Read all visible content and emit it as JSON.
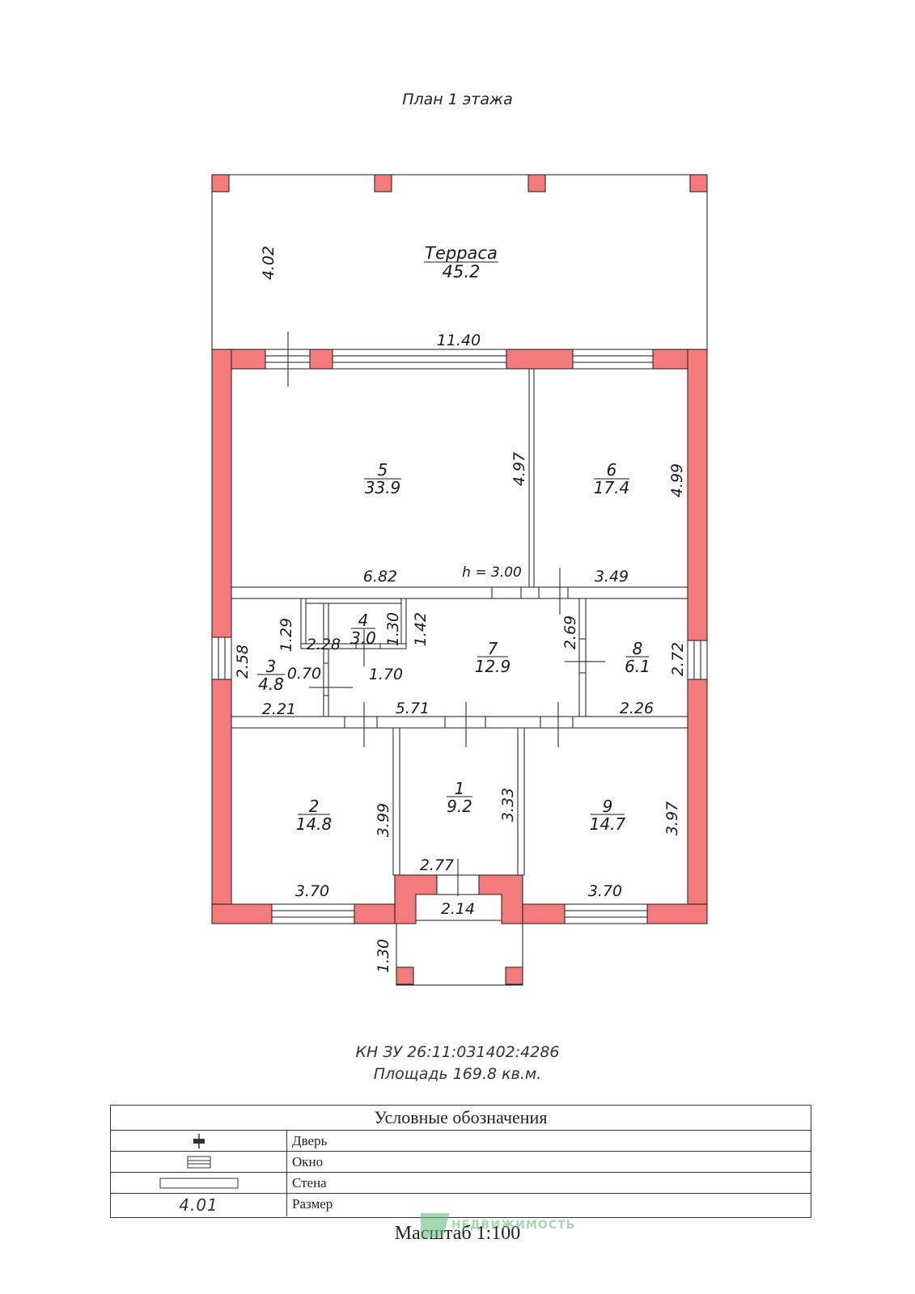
{
  "page_title": "План 1 этажа",
  "terrace": {
    "name": "Терраса",
    "area": "45.2",
    "depth": "4.02",
    "width": "11.40"
  },
  "rooms": [
    {
      "num": "1",
      "area": "9.2"
    },
    {
      "num": "2",
      "area": "14.8"
    },
    {
      "num": "3",
      "area": "4.8"
    },
    {
      "num": "4",
      "area": "3.0"
    },
    {
      "num": "5",
      "area": "33.9"
    },
    {
      "num": "6",
      "area": "17.4"
    },
    {
      "num": "7",
      "area": "12.9"
    },
    {
      "num": "8",
      "area": "6.1"
    },
    {
      "num": "9",
      "area": "14.7"
    }
  ],
  "dimensions": {
    "r5_width": "6.82",
    "r5_depth": "4.97",
    "ceiling_height": "h = 3.00",
    "r6_width": "3.49",
    "r6_depth": "4.99",
    "r3_a": "1.29",
    "r3_b": "2.58",
    "r3_c": "0.70",
    "r3_width": "2.21",
    "r4_width": "2.28",
    "r4_depth": "1.30",
    "r4_c": "1.42",
    "r4_b": "1.70",
    "r7_width": "5.71",
    "r7_depth": "2.69",
    "r8_depth": "2.72",
    "r8_width": "2.26",
    "r2_depth": "3.99",
    "r2_width": "3.70",
    "r1_depth": "3.33",
    "r1_width": "2.77",
    "r9_depth": "3.97",
    "r9_width": "3.70",
    "porch_width": "2.14",
    "porch_depth": "1.30"
  },
  "plan_info": {
    "cadastral": "КН ЗУ 26:11:031402:4286",
    "area": "Площадь 169.8 кв.м."
  },
  "legend": {
    "title": "Условные обозначения",
    "items": [
      {
        "symbol": "door-symbol",
        "label": "Дверь"
      },
      {
        "symbol": "window-symbol",
        "label": "Окно"
      },
      {
        "symbol": "wall-symbol",
        "label": "Стена"
      },
      {
        "symbol": "dimension-symbol",
        "label": "Размер",
        "sample": "4.01"
      }
    ]
  },
  "scale": "Масштаб 1:100",
  "watermark": "НЕДВИЖИМОСТЬ",
  "colors": {
    "wall": "#f47b7b",
    "line": "#1a1a1a",
    "watermark": "#5dbb7a"
  }
}
